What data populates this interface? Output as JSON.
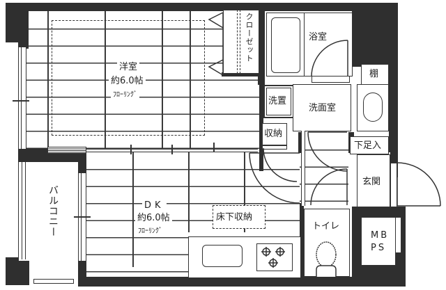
{
  "floorplan": {
    "rooms": {
      "western_room": {
        "name": "洋室",
        "size": "約6.0帖",
        "floor": "ﾌﾛｰﾘﾝｸﾞ"
      },
      "dk": {
        "name": "DK",
        "size": "約6.0帖",
        "floor": "ﾌﾛｰﾘﾝｸﾞ"
      },
      "closet": {
        "name": "クローゼット"
      },
      "bathroom": {
        "name": "浴室"
      },
      "washroom": {
        "name": "洗面室"
      },
      "laundry": {
        "name": "洗置"
      },
      "storage": {
        "name": "収納"
      },
      "shelf": {
        "name": "棚"
      },
      "shoe_box": {
        "name": "下足入"
      },
      "entrance": {
        "name": "玄関"
      },
      "toilet": {
        "name": "トイレ"
      },
      "mbps": {
        "line1": "MB",
        "line2": "PS"
      },
      "underfloor": {
        "name": "床下収納"
      },
      "balcony": {
        "name": "バルコニー"
      }
    },
    "colors": {
      "wall": "#2f2f2f",
      "line": "#333333",
      "background": "#ffffff"
    }
  }
}
